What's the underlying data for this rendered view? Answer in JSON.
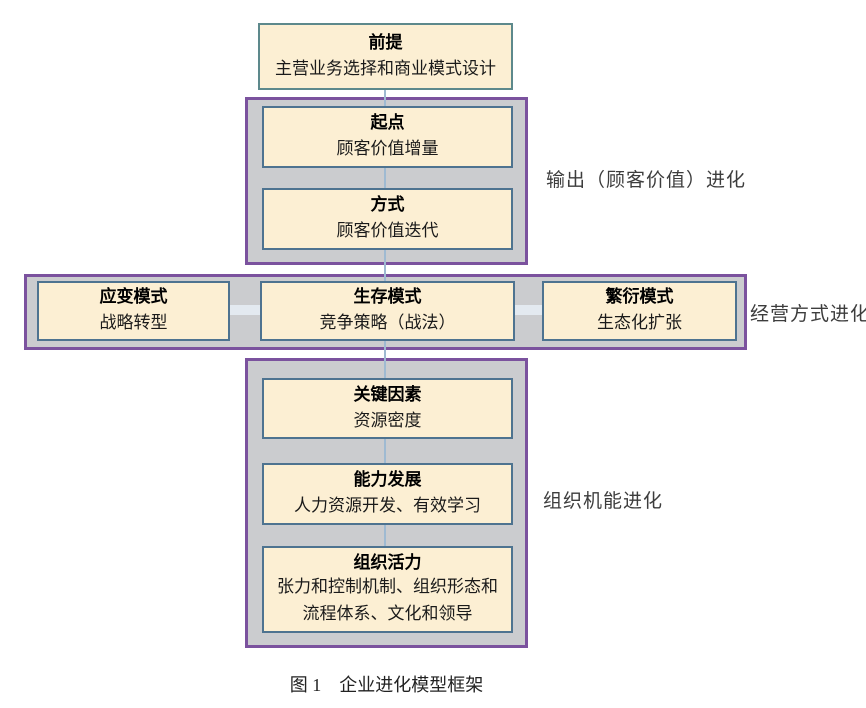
{
  "diagram": {
    "premise_box": {
      "title": "前提",
      "subtitle": "主营业务选择和商业模式设计"
    },
    "groups": [
      {
        "id": "output-evolution",
        "side_label": "输出（顾客价值）进化",
        "boxes": [
          {
            "title": "起点",
            "lines": [
              "顾客价值增量"
            ]
          },
          {
            "title": "方式",
            "lines": [
              "顾客价值迭代"
            ]
          }
        ]
      },
      {
        "id": "operation-evolution",
        "side_label": "经营方式进化",
        "boxes": [
          {
            "title": "应变模式",
            "lines": [
              "战略转型"
            ]
          },
          {
            "title": "生存模式",
            "lines": [
              "竞争策略（战法）"
            ]
          },
          {
            "title": "繁衍模式",
            "lines": [
              "生态化扩张"
            ]
          }
        ]
      },
      {
        "id": "organization-evolution",
        "side_label": "组织机能进化",
        "boxes": [
          {
            "title": "关键因素",
            "lines": [
              "资源密度"
            ]
          },
          {
            "title": "能力发展",
            "lines": [
              "人力资源开发、有效学习"
            ]
          },
          {
            "title": "组织活力",
            "lines": [
              "张力和控制机制、组织形态和",
              "流程体系、文化和领导"
            ]
          }
        ]
      }
    ],
    "caption": "图 1　企业进化模型框架",
    "colors": {
      "node_fill": "#fcefd3",
      "node_border": "#4e7390",
      "premise_border": "#5d898c",
      "container_fill": "#cbcccf",
      "container_border": "#7b529e",
      "connector": "#9fbad2"
    }
  }
}
